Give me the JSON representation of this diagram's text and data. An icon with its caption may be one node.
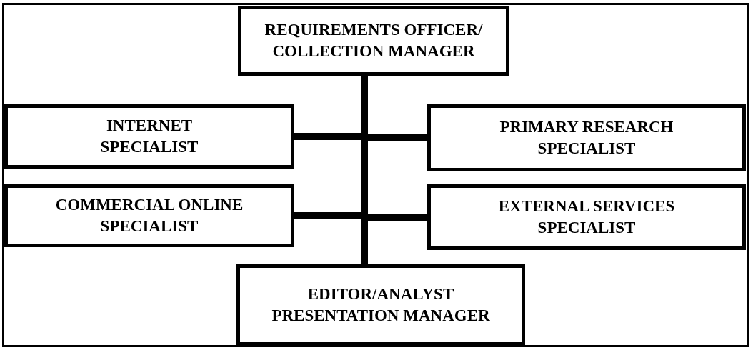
{
  "diagram": {
    "nodes": [
      {
        "text": [
          "REQUIREMENTS OFFICER/ COLLECTION MANAGER"
        ]
      },
      {
        "text": [
          "INTERNET SPECIALIST"
        ]
      },
      {
        "text": [
          "PRIMARY RESEARCH SPECIALIST"
        ]
      },
      {
        "text": [
          "COMMERCIAL ONLINE SPECIALIST"
        ]
      },
      {
        "text": [
          "EXTERNAL SERVICES SPECIALIST"
        ]
      },
      {
        "text": [
          "EDITOR/ANALYST PRESENTATION MANAGER"
        ]
      }
    ],
    "edges": [
      {
        "from": 0,
        "to": 5,
        "arrow": "none"
      },
      {
        "from": 0,
        "to": 1,
        "arrow": "none"
      },
      {
        "from": 0,
        "to": 2,
        "arrow": "none"
      },
      {
        "from": 0,
        "to": 3,
        "arrow": "none"
      },
      {
        "from": 0,
        "to": 4,
        "arrow": "none"
      }
    ]
  }
}
